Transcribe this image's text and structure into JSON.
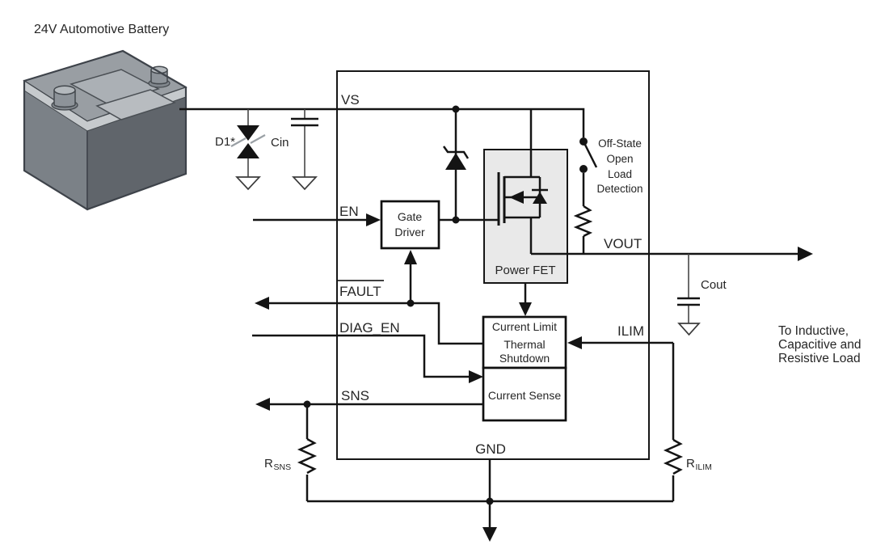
{
  "battery": {
    "label": "24V Automotive Battery"
  },
  "ic": {
    "pins": {
      "vs": "VS",
      "en": "EN",
      "fault": "FAULT",
      "diag_en": "DIAG_EN",
      "sns": "SNS",
      "gnd": "GND",
      "vout": "VOUT",
      "ilim": "ILIM"
    },
    "blocks": {
      "gate_driver": {
        "line1": "Gate",
        "line2": "Driver"
      },
      "power_fet": {
        "label": "Power FET"
      },
      "protection": {
        "line1": "Current Limit",
        "line2": "Thermal",
        "line3": "Shutdown"
      },
      "current_sense": {
        "label": "Current Sense"
      }
    }
  },
  "components": {
    "d1": {
      "label": "D1*"
    },
    "cin": {
      "label": "Cin"
    },
    "cout": {
      "label": "Cout"
    },
    "rsns": {
      "prefix": "R",
      "sub": "SNS"
    },
    "rilim": {
      "prefix": "R",
      "sub": "ILIM"
    }
  },
  "annotations": {
    "open_load": {
      "line1": "Off-State",
      "line2": "Open",
      "line3": "Load",
      "line4": "Detection"
    },
    "load": {
      "line1": "To Inductive,",
      "line2": "Capacitive and",
      "line3": "Resistive Load"
    }
  },
  "colors": {
    "wire": "#141414",
    "fet_fill": "#e9e9e9",
    "battery_top": "#999ea3",
    "battery_front": "#7b8187",
    "battery_side": "#60656b",
    "battery_trim": "#c6cacd"
  }
}
